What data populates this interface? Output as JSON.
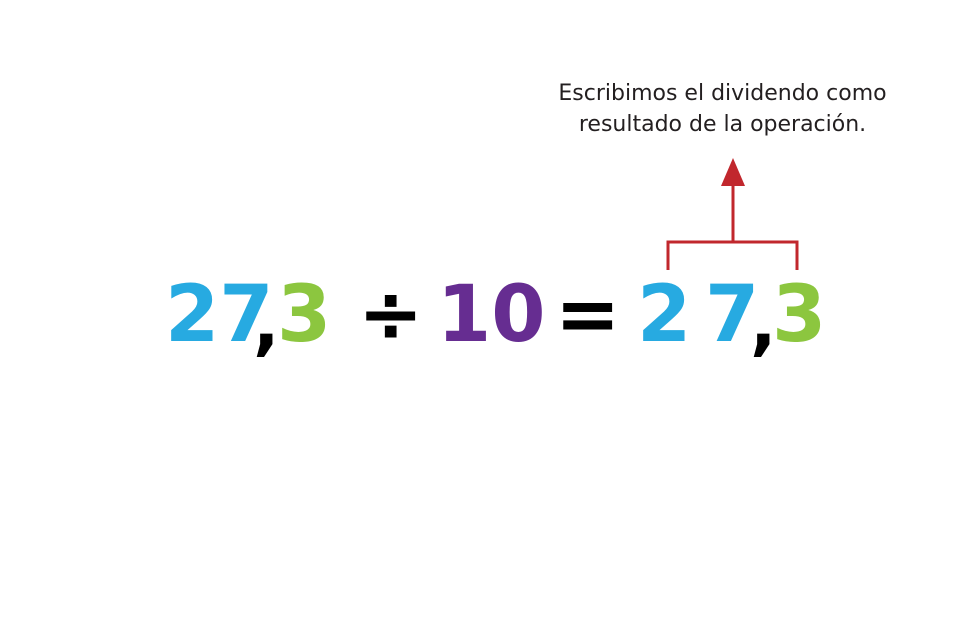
{
  "annotation": {
    "line1": "Escribimos el dividendo como",
    "line2": "resultado de la operación."
  },
  "equation": {
    "dividend_integer": "27",
    "dividend_comma": ",",
    "dividend_decimal": "3",
    "operator": "÷",
    "divisor": "10",
    "equals": "=",
    "result_digit1": "2",
    "result_digit2": "7",
    "result_comma": ",",
    "result_decimal": "3"
  },
  "colors": {
    "integer_part": "#27aae1",
    "decimal_part": "#8cc63f",
    "divisor": "#662d91",
    "symbols": "#000000",
    "pointer": "#c1272d",
    "annotation_text": "#231f20"
  }
}
